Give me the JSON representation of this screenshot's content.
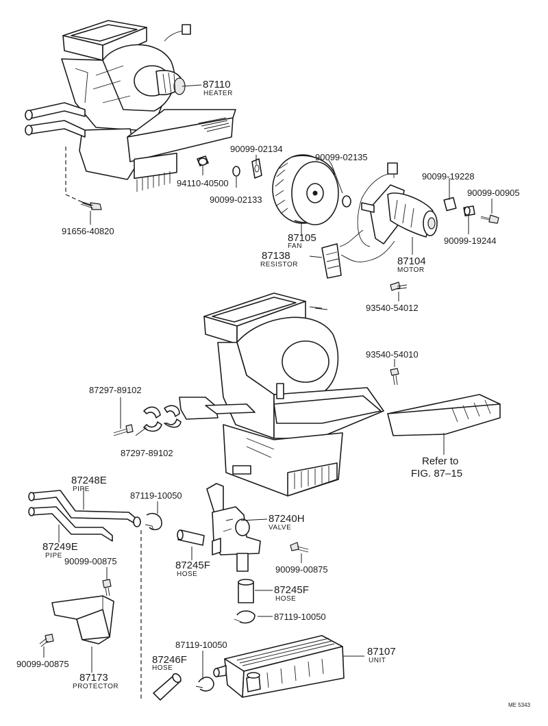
{
  "parts": [
    {
      "id": "heater",
      "number": "87110",
      "name": "HEATER"
    },
    {
      "id": "washer-a",
      "number": "90099-02134",
      "name": ""
    },
    {
      "id": "clip-a",
      "number": "90099-02135",
      "name": ""
    },
    {
      "id": "grommet",
      "number": "94110-40500",
      "name": ""
    },
    {
      "id": "washer-b",
      "number": "90099-02133",
      "name": ""
    },
    {
      "id": "bush-a",
      "number": "90099-19228",
      "name": ""
    },
    {
      "id": "screw-a",
      "number": "90099-00905",
      "name": ""
    },
    {
      "id": "bolt-a",
      "number": "91656-40820",
      "name": ""
    },
    {
      "id": "fan",
      "number": "87105",
      "name": "FAN"
    },
    {
      "id": "resistor",
      "number": "87138",
      "name": "RESISTOR"
    },
    {
      "id": "motor",
      "number": "87104",
      "name": "MOTOR"
    },
    {
      "id": "bush-b",
      "number": "90099-19244",
      "name": ""
    },
    {
      "id": "screw-b",
      "number": "93540-54012",
      "name": ""
    },
    {
      "id": "screw-c",
      "number": "93540-54010",
      "name": ""
    },
    {
      "id": "clamp-a",
      "number": "87297-89102",
      "name": ""
    },
    {
      "id": "clamp-b",
      "number": "87297-89102",
      "name": ""
    },
    {
      "id": "pipe-a",
      "number": "87248E",
      "name": "PIPE"
    },
    {
      "id": "clip-b",
      "number": "87119-10050",
      "name": ""
    },
    {
      "id": "valve",
      "number": "87240H",
      "name": "VALVE"
    },
    {
      "id": "pipe-b",
      "number": "87249E",
      "name": "PIPE"
    },
    {
      "id": "hose-a",
      "number": "87245F",
      "name": "HOSE"
    },
    {
      "id": "screw-d",
      "number": "90099-00875",
      "name": ""
    },
    {
      "id": "screw-e",
      "number": "90099-00875",
      "name": ""
    },
    {
      "id": "hose-b",
      "number": "87245F",
      "name": "HOSE"
    },
    {
      "id": "clip-c",
      "number": "87119-10050",
      "name": ""
    },
    {
      "id": "clip-d",
      "number": "87119-10050",
      "name": ""
    },
    {
      "id": "unit",
      "number": "87107",
      "name": "UNIT"
    },
    {
      "id": "hose-c",
      "number": "87246F",
      "name": "HOSE"
    },
    {
      "id": "screw-f",
      "number": "90099-00875",
      "name": ""
    },
    {
      "id": "protector",
      "number": "87173",
      "name": "PROTECTOR"
    }
  ],
  "reference": {
    "line1": "Refer to",
    "line2": "FIG. 87–15"
  },
  "footer_code": "ME 5343"
}
